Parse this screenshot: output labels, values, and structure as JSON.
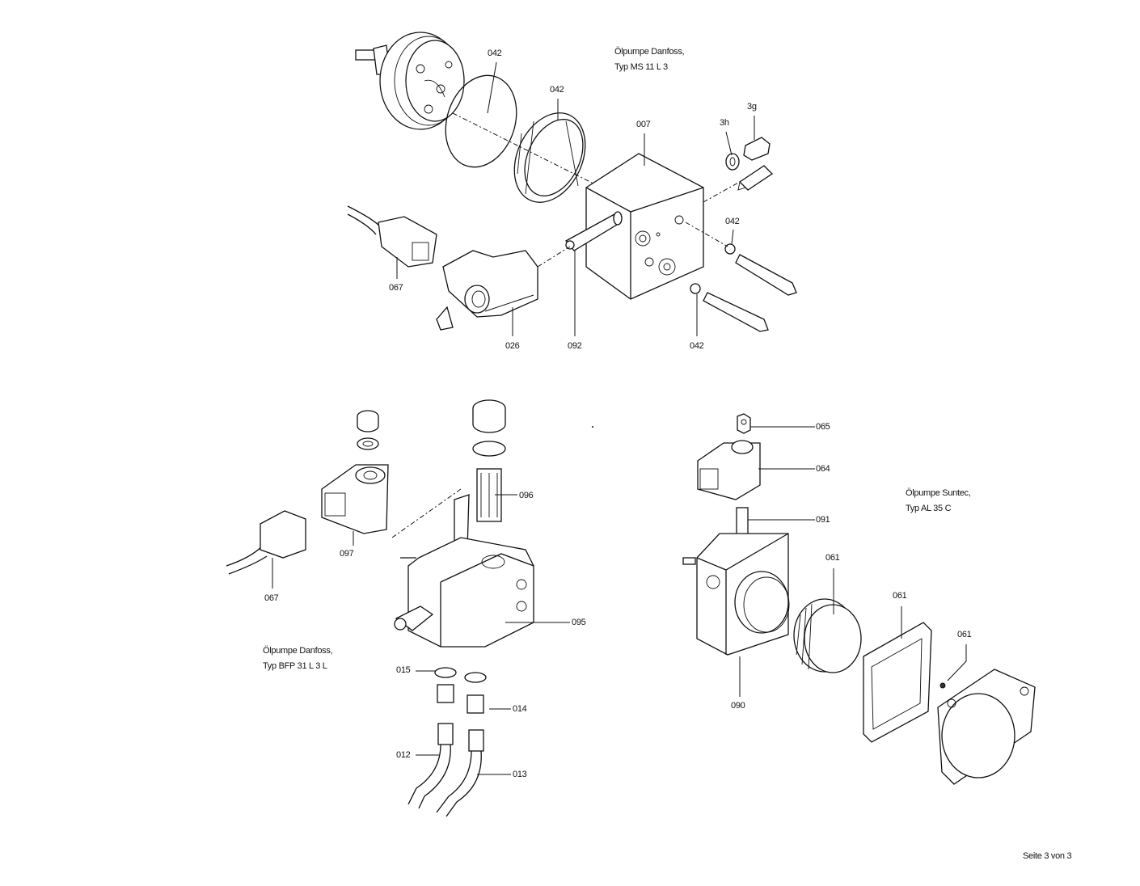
{
  "diagrams": {
    "top": {
      "title_line1": "Ölpumpe Danfoss,",
      "title_line2": "Typ MS 11 L 3",
      "labels": [
        "042",
        "042",
        "007",
        "3h",
        "3g",
        "042",
        "067",
        "026",
        "092",
        "042"
      ]
    },
    "bottom_left": {
      "title_line1": "Ölpumpe Danfoss,",
      "title_line2": "Typ BFP 31 L 3 L",
      "labels": [
        "096",
        "097",
        "067",
        "095",
        "015",
        "014",
        "012",
        "013"
      ]
    },
    "bottom_right": {
      "title_line1": "Ölpumpe Suntec,",
      "title_line2": "Typ AL 35 C",
      "labels": [
        "065",
        "064",
        "091",
        "061",
        "061",
        "061",
        "090"
      ]
    }
  },
  "footer": {
    "page": "Seite 3 von 3"
  }
}
